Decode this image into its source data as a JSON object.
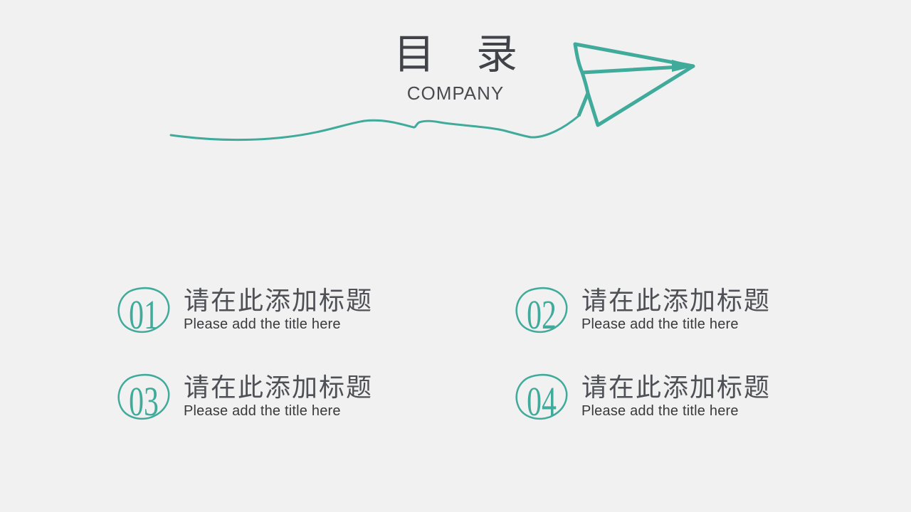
{
  "header": {
    "title": "目　录",
    "subtitle": "COMPANY"
  },
  "decor": {
    "plane_icon": "paper-plane-icon",
    "trail_icon": "trail-line-icon"
  },
  "items": [
    {
      "number": "01",
      "title": "请在此添加标题",
      "subtitle": "Please add the title here"
    },
    {
      "number": "02",
      "title": "请在此添加标题",
      "subtitle": "Please add the title here"
    },
    {
      "number": "03",
      "title": "请在此添加标题",
      "subtitle": "Please add the title here"
    },
    {
      "number": "04",
      "title": "请在此添加标题",
      "subtitle": "Please add the title here"
    }
  ],
  "colors": {
    "accent": "#40AA9B",
    "background": "#F1F1F2",
    "title-color": "#424349",
    "subtitle-color": "#4A4B4F",
    "item-title-color": "#4F5055",
    "item-subtitle-color": "#3A3A3C"
  }
}
